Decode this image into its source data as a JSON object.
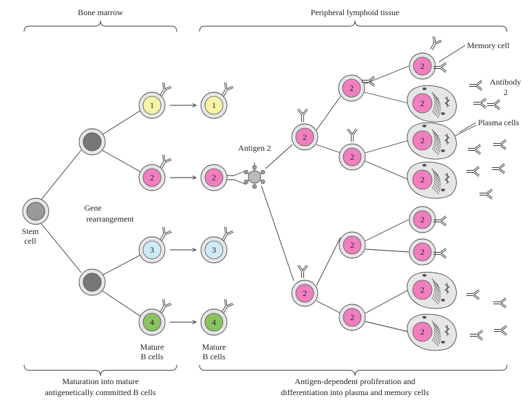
{
  "labels": {
    "bone_marrow": "Bone marrow",
    "peripheral": "Peripheral lymphoid tissue",
    "stem_cell_1": "Stem",
    "stem_cell_2": "cell",
    "gene_1": "Gene",
    "gene_2": "rearrangement",
    "mature1_1": "Mature",
    "mature1_2": "B cells",
    "mature2_1": "Mature",
    "mature2_2": "B cells",
    "antigen": "Antigen 2",
    "memory_cell": "Memory cell",
    "antibody_1": "Antibody",
    "antibody_2": "2",
    "plasma_cells": "Plasma cells",
    "bottom_left_1": "Maturation into mature",
    "bottom_left_2": "antigenetically committed B cells",
    "bottom_right_1": "Antigen-dependent proliferation and",
    "bottom_right_2": "differentiation into plasma and memory cells"
  },
  "b_cell_clones": [
    {
      "number": "1",
      "color": "#f7f3a6"
    },
    {
      "number": "2",
      "color": "#f07fbf"
    },
    {
      "number": "3",
      "color": "#cfe9f7"
    },
    {
      "number": "4",
      "color": "#8cc162"
    }
  ],
  "colors": {
    "cytoplasm": "#e6e6e6",
    "precursor_nucleus": "#777777",
    "stem_nucleus": "#999999",
    "antigen": "#bbbbbb",
    "clone_2": "#f07fbf"
  },
  "clone_number": "2"
}
